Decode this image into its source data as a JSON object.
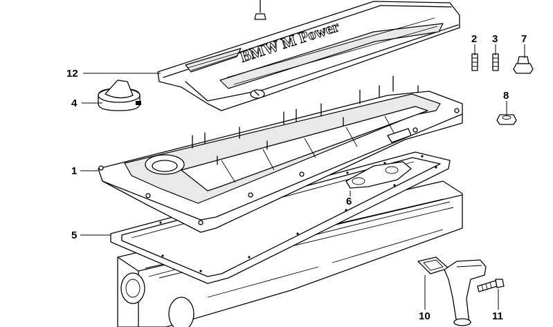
{
  "callouts": [
    {
      "id": "c12",
      "label": "12"
    },
    {
      "id": "c4",
      "label": "4"
    },
    {
      "id": "c1",
      "label": "1"
    },
    {
      "id": "c5",
      "label": "5"
    },
    {
      "id": "c2",
      "label": "2"
    },
    {
      "id": "c3",
      "label": "3"
    },
    {
      "id": "c7",
      "label": "7"
    },
    {
      "id": "c8",
      "label": "8"
    },
    {
      "id": "c6",
      "label": "6"
    },
    {
      "id": "c10",
      "label": "10"
    },
    {
      "id": "c11",
      "label": "11"
    }
  ],
  "cover_text": "BMW M Power"
}
